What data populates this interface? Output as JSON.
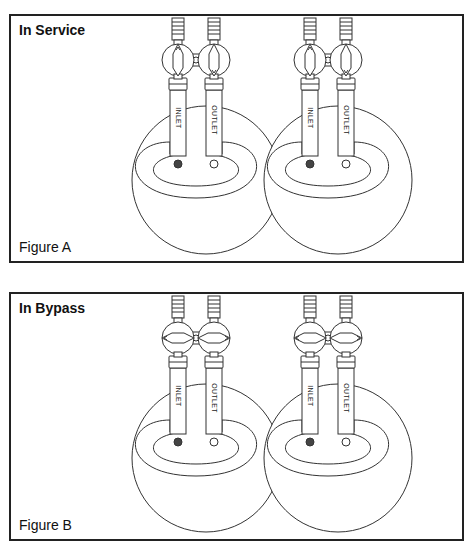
{
  "diagram": {
    "nodes": [
      {
        "text": [
          "In Service",
          "Figure A"
        ]
      },
      {
        "text": [
          "In Bypass",
          "Figure B"
        ]
      }
    ],
    "labels": [
      "INLET",
      "OUTLET",
      "INLET",
      "OUTLET",
      "INLET",
      "OUTLET",
      "INLET",
      "OUTLET"
    ]
  }
}
